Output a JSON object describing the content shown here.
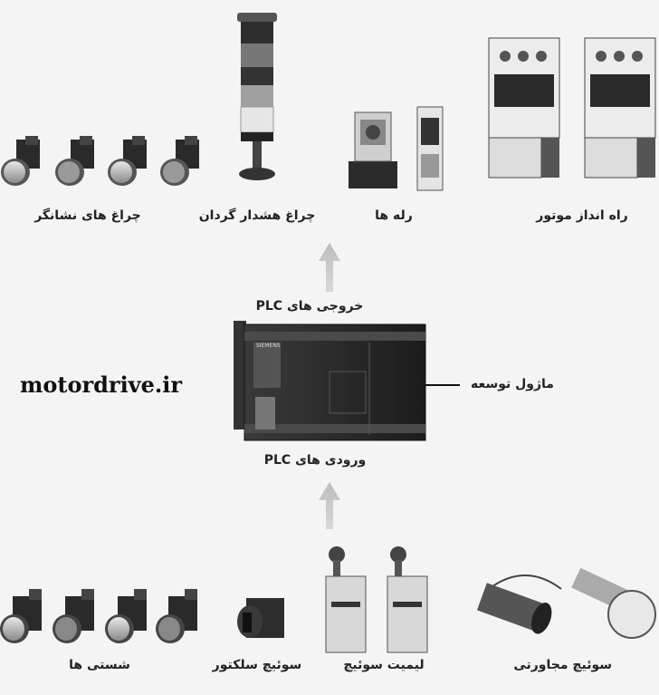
{
  "outputs": {
    "indicator_lamps": "چراغ های نشانگر",
    "tower_light": "چراغ هشدار گردان",
    "relays": "رله ها",
    "motor_starter": "راه انداز موتور"
  },
  "plc": {
    "outputs_label": "خروجی های PLC",
    "inputs_label": "ورودی های PLC",
    "expansion_label": "ماژول توسعه",
    "brand_text": "SIEMENS"
  },
  "inputs": {
    "push_buttons": "شستی ها",
    "selector_switch": "سوئیچ سلکتور",
    "limit_switch": "لیمیت سوئیچ",
    "proximity_switch": "سوئیچ مجاورتی"
  },
  "watermark": "motordrive.ir"
}
